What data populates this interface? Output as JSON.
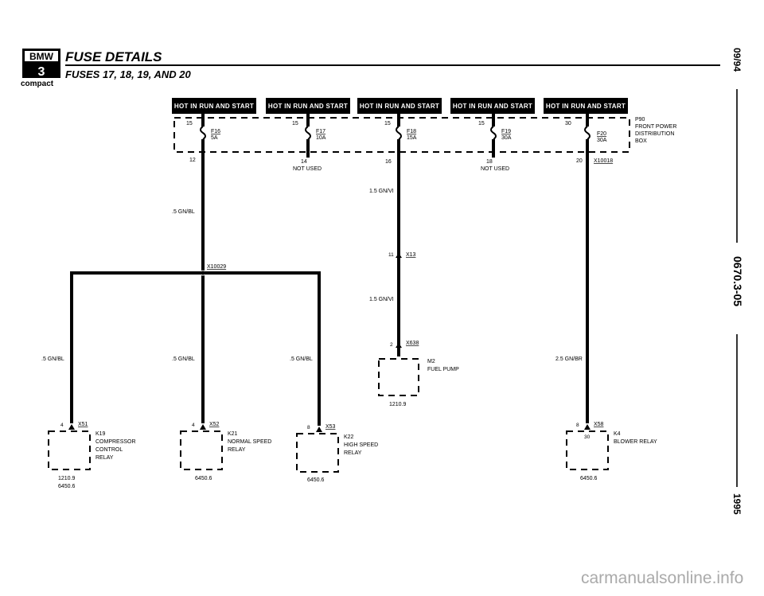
{
  "header": {
    "logo_top": "BMW",
    "logo_num": "3",
    "logo_sub": "compact",
    "title": "FUSE DETAILS",
    "subtitle": "FUSES 17, 18, 19, AND 20"
  },
  "side": {
    "date": "09/94",
    "doc": "0670.3-05",
    "year": "1995"
  },
  "hot_labels": [
    "HOT IN RUN AND START",
    "HOT IN RUN AND START",
    "HOT IN RUN AND START",
    "HOT IN RUN AND START",
    "HOT IN RUN AND START"
  ],
  "fuses": [
    {
      "pin_in": "15",
      "name": "F16",
      "rating": "5A",
      "pin_out": "12"
    },
    {
      "pin_in": "15",
      "name": "F17",
      "rating": "10A",
      "pin_out": "14"
    },
    {
      "pin_in": "15",
      "name": "F18",
      "rating": "15A",
      "pin_out": "16"
    },
    {
      "pin_in": "15",
      "name": "F19",
      "rating": "30A",
      "pin_out": "18"
    },
    {
      "pin_in": "30",
      "name": "F20",
      "rating": "30A",
      "pin_out": "20"
    }
  ],
  "not_used": [
    "NOT USED",
    "NOT USED"
  ],
  "box": {
    "id": "P90",
    "line1": "FRONT POWER",
    "line2": "DISTRIBUTION",
    "line3": "BOX"
  },
  "connectors": {
    "x10018": "X10018",
    "x10029": "X10029",
    "x13": "X13",
    "x13_pin": "11",
    "x638": "X638",
    "x638_pin": "2",
    "x51": "X51",
    "x51_pin": "4",
    "x52": "X52",
    "x52_pin": "4",
    "x53": "X53",
    "x53_pin": "8",
    "x58": "X58",
    "x58_pin": "8"
  },
  "wires": {
    "w1": ".5 GN/BL",
    "w2": "1.5 GN/VI",
    "w3": "1.5 GN/VI",
    "w4": ".5 GN/BL",
    "w5": ".5 GN/BL",
    "w6": ".5 GN/BL",
    "w7": "2.5 GN/BR"
  },
  "components": {
    "m2": {
      "id": "M2",
      "line1": "FUEL PUMP",
      "ref": "1210.9"
    },
    "k19": {
      "id": "K19",
      "line1": "COMPRESSOR",
      "line2": "CONTROL",
      "line3": "RELAY",
      "ref1": "1210.9",
      "ref2": "6450.6"
    },
    "k21": {
      "id": "K21",
      "line1": "NORMAL SPEED",
      "line2": "RELAY",
      "ref": "6450.6"
    },
    "k22": {
      "id": "K22",
      "line1": "HIGH SPEED",
      "line2": "RELAY",
      "ref": "6450.6"
    },
    "k4": {
      "id": "K4",
      "pin": "30",
      "line1": "BLOWER RELAY",
      "ref": "6450.6"
    }
  },
  "watermark": "carmanualsonline.info"
}
